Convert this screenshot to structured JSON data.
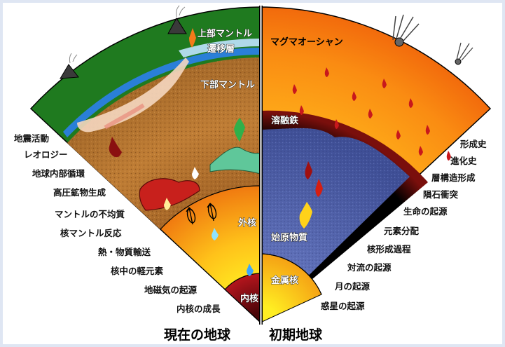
{
  "present": {
    "caption": "現在の地球",
    "layers": {
      "upper_mantle": "上部マントル",
      "transition_zone": "遷移層",
      "lower_mantle": "下部マントル",
      "outer_core": "外核",
      "inner_core": "内核"
    },
    "topics": [
      "地震活動",
      "レオロジー",
      "地球内部循環",
      "高圧鉱物生成",
      "マントルの不均質",
      "核マントル反応",
      "熱・物質輸送",
      "核中の軽元素",
      "地磁気の起源",
      "内核の成長"
    ]
  },
  "early": {
    "caption": "初期地球",
    "layers": {
      "magma_ocean": "マグマオーシャン",
      "molten_iron": "溶融鉄",
      "primordial_material": "始原物質",
      "metal_core": "金属核"
    },
    "topics": [
      "形成史",
      "進化史",
      "層構造形成",
      "隕石衝突",
      "生命の起源",
      "元素分配",
      "核形成過程",
      "対流の起源",
      "月の起源",
      "惑星の起源"
    ]
  },
  "colors": {
    "crust_green": "#1f7a1f",
    "ocean_blue": "#2a7fd8",
    "mantle_brown": "#b3732f",
    "outer_core_orange": "#f6a21a",
    "inner_core_red": "#8a0e14",
    "magma_orange": "#f77a12",
    "primordial_blue": "#4e5fa8"
  }
}
